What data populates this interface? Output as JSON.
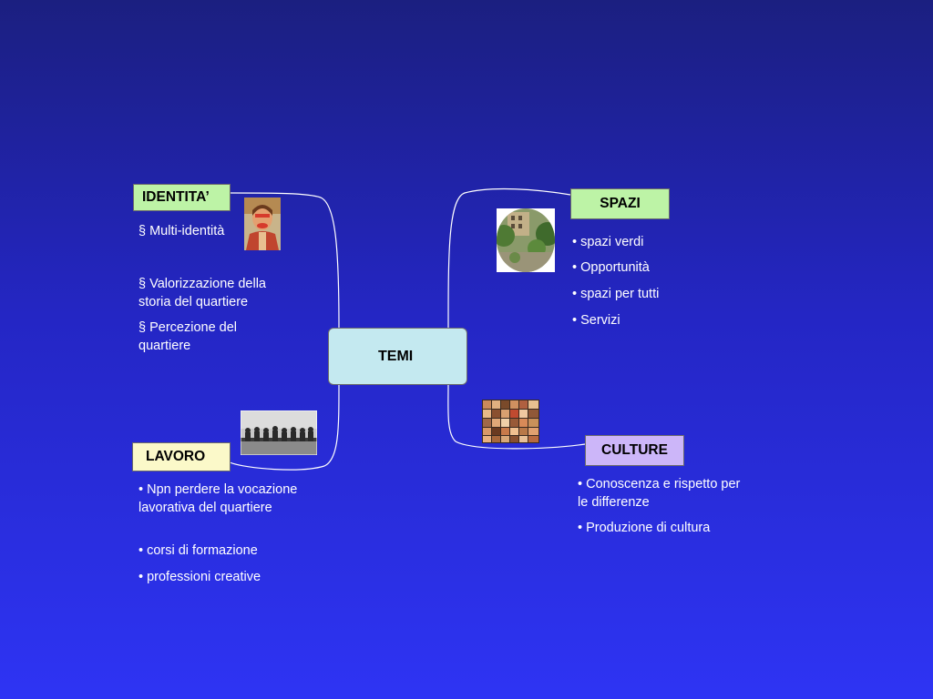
{
  "center": {
    "label": "TEMI"
  },
  "identita": {
    "label": "IDENTITA’",
    "items": [
      "§ Multi-identità",
      "§ Valorizzazione della storia del quartiere",
      "§ Percezione del quartiere"
    ]
  },
  "spazi": {
    "label": "SPAZI",
    "items": [
      "• spazi verdi",
      "• Opportunità",
      "• spazi per tutti",
      "• Servizi"
    ]
  },
  "lavoro": {
    "label": "LAVORO",
    "items": [
      "• Npn perdere la vocazione lavorativa del quartiere",
      "• corsi di formazione",
      "• professioni creative"
    ]
  },
  "culture": {
    "label": "CULTURE",
    "items": [
      "• Conoscenza e rispetto per le differenze",
      "• Produzione di cultura"
    ]
  },
  "colors": {
    "identita_box": "#bdf3a6",
    "spazi_box": "#bdf3a6",
    "center_box": "#c4e9f0",
    "lavoro_box": "#fbf9c9",
    "culture_box": "#ccb6f9"
  }
}
